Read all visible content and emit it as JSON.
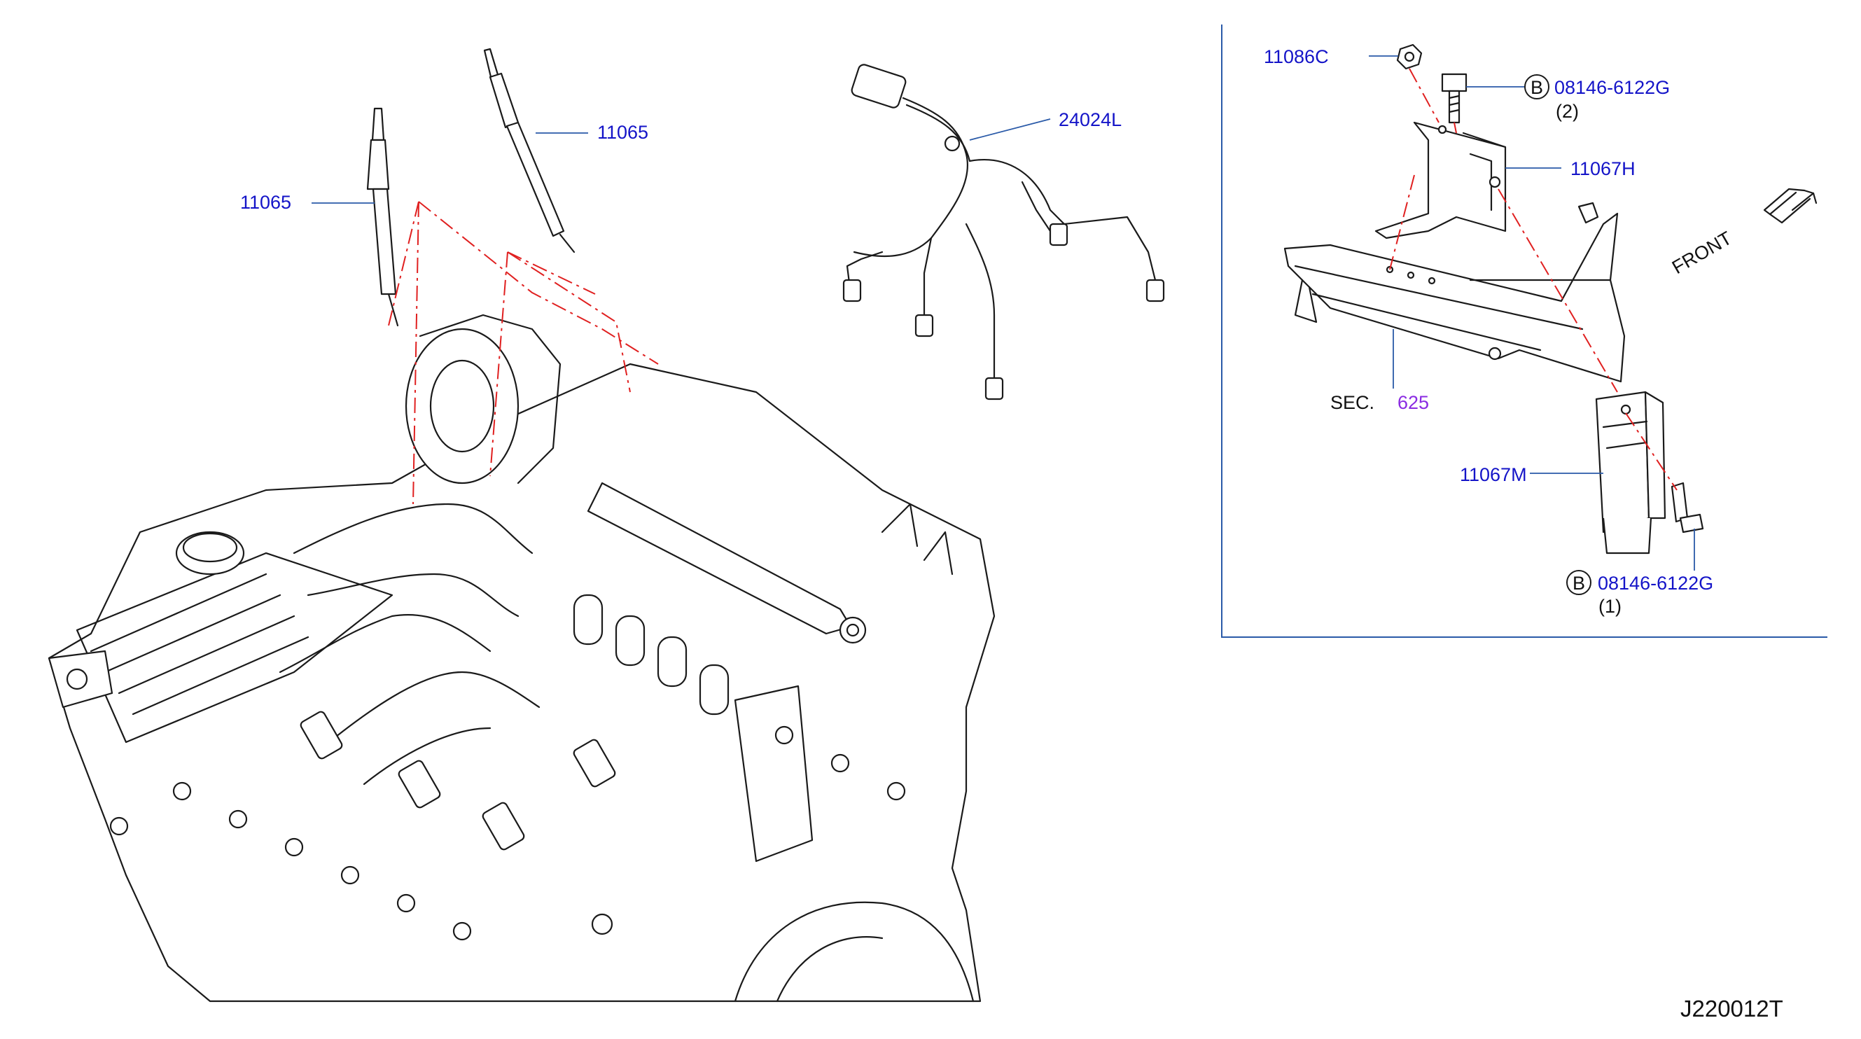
{
  "parts": {
    "glow_plug_left": "11065",
    "glow_plug_right": "11065",
    "harness": "24024L",
    "nut": "11086C",
    "bolt_upper_code": "08146-6122G",
    "bolt_upper_qty": "(2)",
    "bracket": "11067H",
    "controller": "11067M",
    "bolt_lower_code": "08146-6122G",
    "bolt_lower_qty": "(1)",
    "bolt_symbol": "B"
  },
  "section_ref": {
    "prefix": "SEC.",
    "number": "625"
  },
  "orientation": {
    "label": "FRONT"
  },
  "diagram_code": "J220012T",
  "colors": {
    "part_number": "#1414c8",
    "section_number": "#8a2be2",
    "leader": "#2a5aa8",
    "phantom_line": "#e02020",
    "linework": "#1a1a1a"
  }
}
